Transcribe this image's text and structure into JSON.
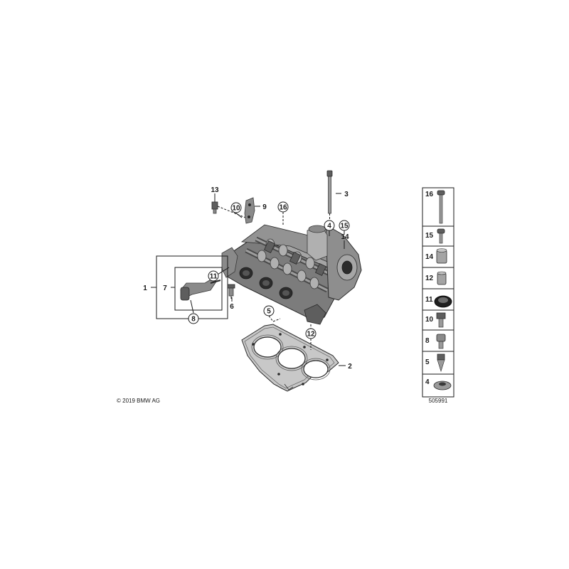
{
  "callouts": {
    "c1": "1",
    "c2": "2",
    "c3": "3",
    "c4": "4",
    "c5": "5",
    "c6": "6",
    "c7": "7",
    "c8": "8",
    "c9": "9",
    "c10": "10",
    "c11": "11",
    "c12": "12",
    "c13": "13",
    "c14": "14",
    "c15": "15",
    "c16": "16"
  },
  "legend": {
    "items": [
      {
        "num": "16",
        "part": "long-bolt-icon"
      },
      {
        "num": "15",
        "part": "short-bolt-icon"
      },
      {
        "num": "14",
        "part": "sleeve-icon"
      },
      {
        "num": "12",
        "part": "dowel-icon"
      },
      {
        "num": "11",
        "part": "seal-ring-icon"
      },
      {
        "num": "10",
        "part": "hex-bolt-icon"
      },
      {
        "num": "8",
        "part": "socket-screw-icon"
      },
      {
        "num": "5",
        "part": "stud-icon"
      },
      {
        "num": "4",
        "part": "washer-icon"
      }
    ],
    "code": "505991"
  },
  "copyright": "© 2019 BMW AG"
}
